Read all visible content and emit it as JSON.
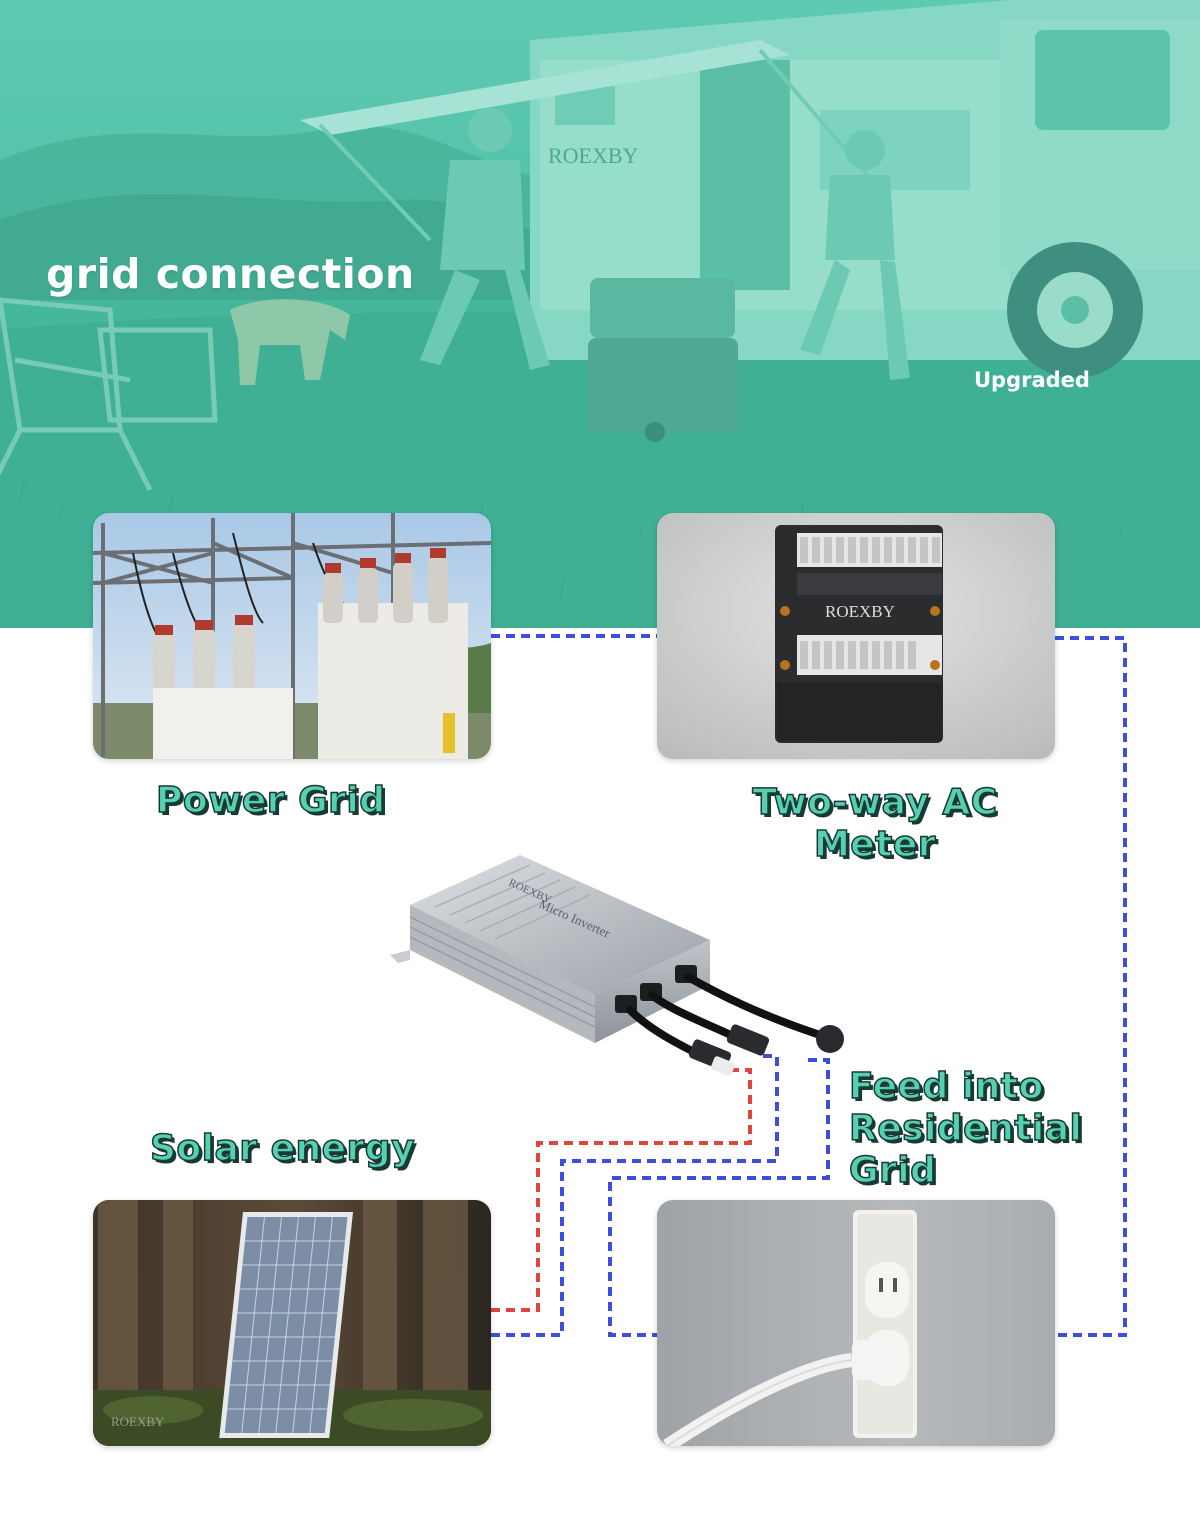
{
  "hero": {
    "title": "grid connection",
    "badge": "Upgraded",
    "brand": "ROEXBY"
  },
  "cards": {
    "power_grid": {
      "label": "Power Grid"
    },
    "meter": {
      "label": "Two-way AC Meter",
      "brand": "ROEXBY"
    },
    "solar": {
      "label": "Solar energy",
      "watermark": "ROEXBY"
    },
    "outlet": {
      "label": "Feed into Residential Grid"
    }
  },
  "inverter": {
    "brand": "ROEXBY",
    "model": "Micro Inverter"
  },
  "colors": {
    "teal": "#4fc0a6",
    "label_fill": "#56cfb3",
    "label_outline": "#173a33",
    "wire_blue": "#3b4fdc",
    "wire_red": "#e0453c"
  }
}
